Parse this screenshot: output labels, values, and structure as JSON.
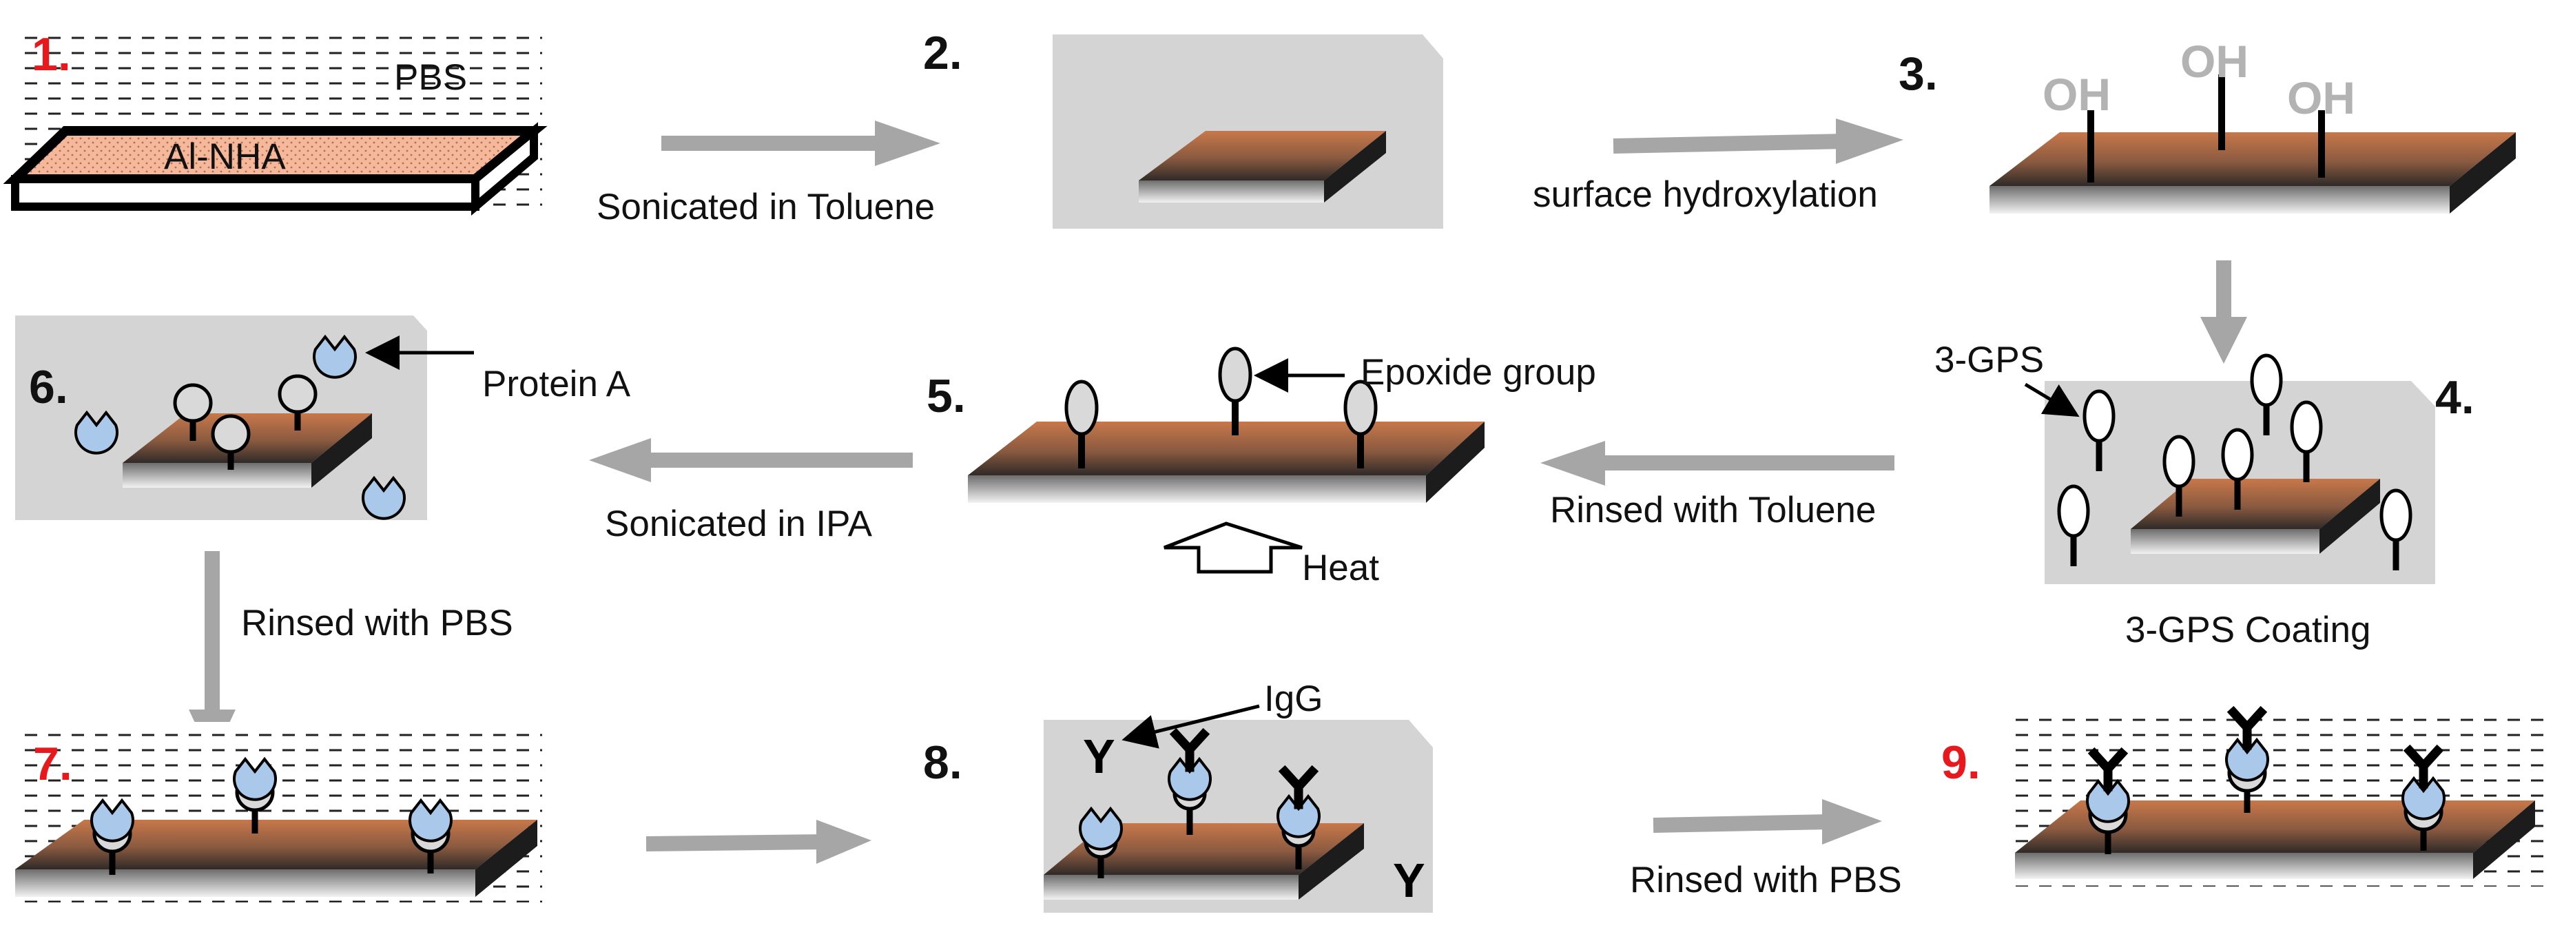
{
  "steps": [
    {
      "number": "1.",
      "color": "#e8191d"
    },
    {
      "number": "2.",
      "color": "#111111"
    },
    {
      "number": "3.",
      "color": "#111111"
    },
    {
      "number": "4.",
      "color": "#111111"
    },
    {
      "number": "5.",
      "color": "#111111"
    },
    {
      "number": "6.",
      "color": "#111111"
    },
    {
      "number": "7.",
      "color": "#e8191d"
    },
    {
      "number": "8.",
      "color": "#111111"
    },
    {
      "number": "9.",
      "color": "#e8191d"
    }
  ],
  "labels": {
    "pbs": "PBS",
    "substrate": "Al-NHA",
    "sonicated_toluene": "Sonicated in Toluene",
    "surface_hydroxylation": "surface hydroxylation",
    "oh": "OH",
    "gps_pointer": "3-GPS",
    "gps_coating": "3-GPS Coating",
    "rinsed_toluene": "Rinsed with Toluene",
    "epoxide_group": "Epoxide group",
    "heat": "Heat",
    "sonicated_ipa": "Sonicated in IPA",
    "protein_a": "Protein A",
    "rinsed_pbs_1": "Rinsed with PBS",
    "igg": "IgG",
    "igg_symbol": "Y",
    "rinsed_pbs_2": "Rinsed with PBS"
  },
  "colors": {
    "solution_box": "#d4d4d4",
    "arrow": "#a6a6a6",
    "substrate_top": "#c8784a",
    "substrate_fill_pink": "#f6b89a",
    "protein_a": "#a9c8ea",
    "epoxide": "#d9d9d9"
  }
}
